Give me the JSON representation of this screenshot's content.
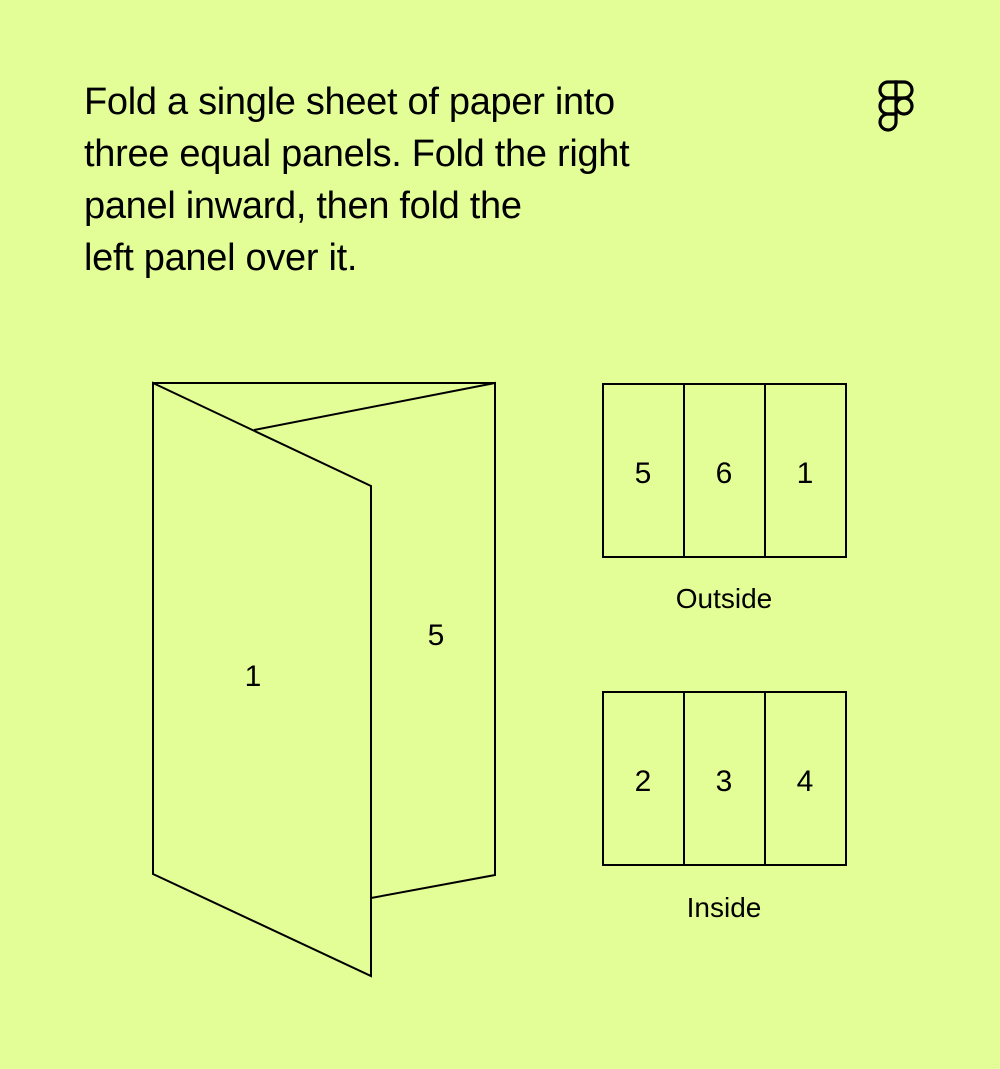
{
  "colors": {
    "background": "#e4fe97",
    "ink": "#000000"
  },
  "instructions": {
    "lines": [
      "Fold a single sheet of paper into",
      "three equal panels. Fold the right",
      "panel inward, then fold the",
      "left panel over it."
    ]
  },
  "logo": {
    "icon": "figma-logo-icon"
  },
  "folded_illustration": {
    "front_panel_label": "1",
    "back_panel_label": "5"
  },
  "outside_layout": {
    "panels": [
      "5",
      "6",
      "1"
    ],
    "caption": "Outside"
  },
  "inside_layout": {
    "panels": [
      "2",
      "3",
      "4"
    ],
    "caption": "Inside"
  }
}
